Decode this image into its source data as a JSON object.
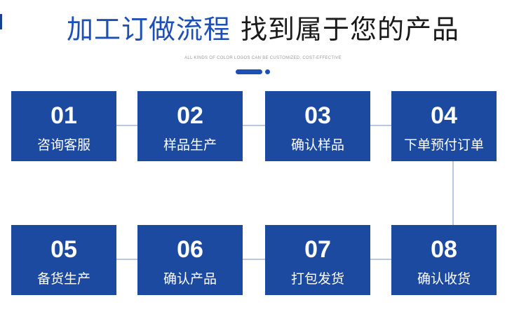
{
  "header": {
    "title_blue": "加工订做流程",
    "title_dark": "找到属于您的产品",
    "subtitle": "ALL KINDS OF COLOR LOGOS CAN BE CUSTOMIZED, COST-EFFECTIVE"
  },
  "steps": [
    {
      "number": "01",
      "label": "咨询客服"
    },
    {
      "number": "02",
      "label": "样品生产"
    },
    {
      "number": "03",
      "label": "确认样品"
    },
    {
      "number": "04",
      "label": "下单预付订单"
    },
    {
      "number": "05",
      "label": "备货生产"
    },
    {
      "number": "06",
      "label": "确认产品"
    },
    {
      "number": "07",
      "label": "打包发货"
    },
    {
      "number": "08",
      "label": "确认收货"
    }
  ],
  "colors": {
    "box": "#1c4aa0",
    "title_accent": "#1d4fb5",
    "connector": "#b9c7e0"
  }
}
